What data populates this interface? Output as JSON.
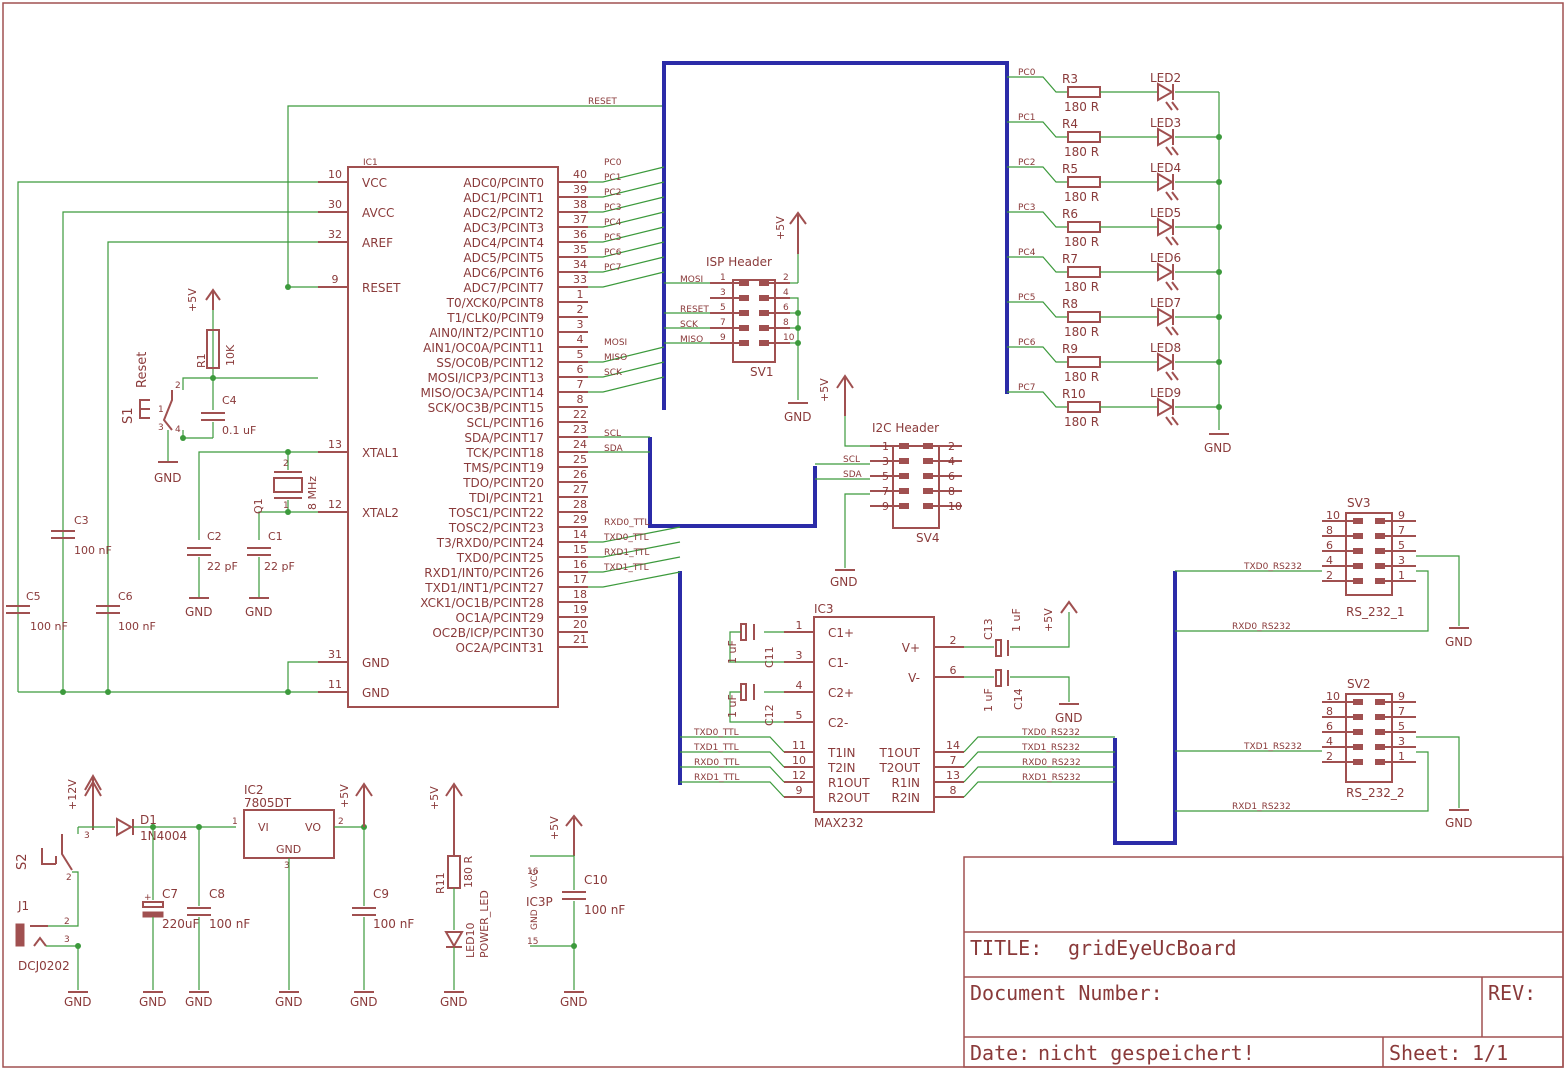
{
  "ic1": {
    "name": "IC1",
    "left_pins": [
      {
        "num": "10",
        "label": "VCC"
      },
      {
        "num": "30",
        "label": "AVCC"
      },
      {
        "num": "32",
        "label": "AREF"
      },
      {
        "num": "9",
        "label": "RESET"
      },
      {
        "num": "13",
        "label": "XTAL1"
      },
      {
        "num": "12",
        "label": "XTAL2"
      },
      {
        "num": "31",
        "label": "GND"
      },
      {
        "num": "11",
        "label": "GND"
      }
    ],
    "right_pins": [
      {
        "num": "40",
        "label": "ADC0/PCINT0",
        "net": "PC0"
      },
      {
        "num": "39",
        "label": "ADC1/PCINT1",
        "net": "PC1"
      },
      {
        "num": "38",
        "label": "ADC2/PCINT2",
        "net": "PC2"
      },
      {
        "num": "37",
        "label": "ADC3/PCINT3",
        "net": "PC3"
      },
      {
        "num": "36",
        "label": "ADC4/PCINT4",
        "net": "PC4"
      },
      {
        "num": "35",
        "label": "ADC5/PCINT5",
        "net": "PC5"
      },
      {
        "num": "34",
        "label": "ADC6/PCINT6",
        "net": "PC6"
      },
      {
        "num": "33",
        "label": "ADC7/PCINT7",
        "net": "PC7"
      },
      {
        "num": "1",
        "label": "T0/XCK0/PCINT8",
        "net": ""
      },
      {
        "num": "2",
        "label": "T1/CLK0/PCINT9",
        "net": ""
      },
      {
        "num": "3",
        "label": "AIN0/INT2/PCINT10",
        "net": ""
      },
      {
        "num": "4",
        "label": "AIN1/OC0A/PCINT11",
        "net": ""
      },
      {
        "num": "5",
        "label": "SS/OC0B/PCINT12",
        "net": "MOSI"
      },
      {
        "num": "6",
        "label": "MOSI/ICP3/PCINT13",
        "net": "MISO"
      },
      {
        "num": "7",
        "label": "MISO/OC3A/PCINT14",
        "net": "SCK"
      },
      {
        "num": "8",
        "label": "SCK/OC3B/PCINT15",
        "net": ""
      },
      {
        "num": "22",
        "label": "SCL/PCINT16",
        "net": "SCL"
      },
      {
        "num": "23",
        "label": "SDA/PCINT17",
        "net": "SDA"
      },
      {
        "num": "24",
        "label": "TCK/PCINT18",
        "net": ""
      },
      {
        "num": "25",
        "label": "TMS/PCINT19",
        "net": ""
      },
      {
        "num": "26",
        "label": "TDO/PCINT20",
        "net": ""
      },
      {
        "num": "27",
        "label": "TDI/PCINT21",
        "net": ""
      },
      {
        "num": "28",
        "label": "TOSC1/PCINT22",
        "net": ""
      },
      {
        "num": "29",
        "label": "TOSC2/PCINT23",
        "net": ""
      },
      {
        "num": "14",
        "label": "T3/RXD0/PCINT24",
        "net": "RXD0_TTL"
      },
      {
        "num": "15",
        "label": "TXD0/PCINT25",
        "net": "TXD0_TTL"
      },
      {
        "num": "16",
        "label": "RXD1/INT0/PCINT26",
        "net": "RXD1_TTL"
      },
      {
        "num": "17",
        "label": "TXD1/INT1/PCINT27",
        "net": "TXD1_TTL"
      },
      {
        "num": "18",
        "label": "XCK1/OC1B/PCINT28",
        "net": ""
      },
      {
        "num": "19",
        "label": "OC1A/PCINT29",
        "net": ""
      },
      {
        "num": "20",
        "label": "OC2B/ICP/PCINT30",
        "net": ""
      },
      {
        "num": "21",
        "label": "OC2A/PCINT31",
        "net": ""
      }
    ]
  },
  "nets": {
    "reset": "RESET",
    "scl": "SCL",
    "sda": "SDA"
  },
  "leds": [
    {
      "net": "PC0",
      "res": "R3",
      "val": "180 R",
      "led": "LED2"
    },
    {
      "net": "PC1",
      "res": "R4",
      "val": "180 R",
      "led": "LED3"
    },
    {
      "net": "PC2",
      "res": "R5",
      "val": "180 R",
      "led": "LED4"
    },
    {
      "net": "PC3",
      "res": "R6",
      "val": "180 R",
      "led": "LED5"
    },
    {
      "net": "PC4",
      "res": "R7",
      "val": "180 R",
      "led": "LED6"
    },
    {
      "net": "PC5",
      "res": "R8",
      "val": "180 R",
      "led": "LED7"
    },
    {
      "net": "PC6",
      "res": "R9",
      "val": "180 R",
      "led": "LED8"
    },
    {
      "net": "PC7",
      "res": "R10",
      "val": "180 R",
      "led": "LED9"
    }
  ],
  "isp": {
    "title": "ISP Header",
    "name": "SV1",
    "pins_left": [
      "1",
      "3",
      "5",
      "7",
      "9"
    ],
    "pins_right": [
      "2",
      "4",
      "6",
      "8",
      "10"
    ],
    "nets": [
      "MOSI",
      "",
      "RESET",
      "SCK",
      "MISO"
    ]
  },
  "i2c": {
    "title": "I2C Header",
    "name": "SV4",
    "pins_left": [
      "1",
      "3",
      "5",
      "7",
      "9"
    ],
    "pins_right": [
      "2",
      "4",
      "6",
      "8",
      "10"
    ],
    "nets": [
      "",
      "SCL",
      "SDA",
      "",
      ""
    ]
  },
  "sv3": {
    "name": "SV3",
    "label": "RS_232_1",
    "pins_left": [
      "10",
      "8",
      "6",
      "4",
      "2"
    ],
    "pins_right": [
      "9",
      "7",
      "5",
      "3",
      "1"
    ],
    "net_tx": "TXD0_RS232",
    "net_rx": "RXD0_RS232"
  },
  "sv2": {
    "name": "SV2",
    "label": "RS_232_2",
    "pins_left": [
      "10",
      "8",
      "6",
      "4",
      "2"
    ],
    "pins_right": [
      "9",
      "7",
      "5",
      "3",
      "1"
    ],
    "net_tx": "TXD1_RS232",
    "net_rx": "RXD1_RS232"
  },
  "ic3": {
    "name": "IC3",
    "part": "MAX232",
    "left": [
      {
        "num": "1",
        "label": "C1+"
      },
      {
        "num": "3",
        "label": "C1-"
      },
      {
        "num": "4",
        "label": "C2+"
      },
      {
        "num": "5",
        "label": "C2-"
      },
      {
        "num": "11",
        "label": "T1IN",
        "net": "TXD0_TTL"
      },
      {
        "num": "10",
        "label": "T2IN",
        "net": "TXD1_TTL"
      },
      {
        "num": "12",
        "label": "R1OUT",
        "net": "RXD0_TTL"
      },
      {
        "num": "9",
        "label": "R2OUT",
        "net": "RXD1_TTL"
      }
    ],
    "right": [
      {
        "num": "2",
        "label": "V+"
      },
      {
        "num": "6",
        "label": "V-"
      },
      {
        "num": "14",
        "label": "T1OUT",
        "net": "TXD0_RS232"
      },
      {
        "num": "7",
        "label": "T2OUT",
        "net": "TXD1_RS232"
      },
      {
        "num": "13",
        "label": "R1IN",
        "net": "RXD0_RS232"
      },
      {
        "num": "8",
        "label": "R2IN",
        "net": "RXD1_RS232"
      }
    ]
  },
  "parts": {
    "gnd": "GND",
    "p5v": "+5V",
    "p12v": "+12V",
    "r1": "R1",
    "r1v": "10K",
    "s1": "S1",
    "s1l": "Reset",
    "c4": "C4",
    "c4v": "0.1 uF",
    "q1": "Q1",
    "q1v": "8 MHz",
    "c1": "C1",
    "c1v": "22 pF",
    "c2": "C2",
    "c2v": "22 pF",
    "c3": "C3",
    "c3v": "100 nF",
    "c5": "C5",
    "c5v": "100 nF",
    "c6": "C6",
    "c6v": "100 nF",
    "c11": "C11",
    "c11v": "1 uF",
    "c12": "C12",
    "c12v": "1 uF",
    "c13": "C13",
    "c13v": "1 uF",
    "c14": "C14",
    "c14v": "1 uF",
    "s2": "S2",
    "j1": "J1",
    "j1v": "DCJ0202",
    "d1": "D1",
    "d1v": "1N4004",
    "c7": "C7",
    "c7v": "220uF",
    "c8": "C8",
    "c8v": "100 nF",
    "ic2": "IC2",
    "ic2v": "7805DT",
    "vi": "VI",
    "vo": "VO",
    "ic2gnd": "GND",
    "c9": "C9",
    "c9v": "100 nF",
    "r11": "R11",
    "r11v": "180 R",
    "led10": "LED10",
    "led10v": "POWER_LED",
    "ic3p": "IC3P",
    "vcc": "VCC",
    "c10": "C10",
    "c10v": "100 nF"
  },
  "titleblock": {
    "title_label": "TITLE:",
    "title": "gridEyeUcBoard",
    "doc_label": "Document Number:",
    "rev_label": "REV:",
    "date_label": "Date:",
    "date": "nicht gespeichert!",
    "sheet_label": "Sheet:",
    "sheet": "1/1"
  }
}
